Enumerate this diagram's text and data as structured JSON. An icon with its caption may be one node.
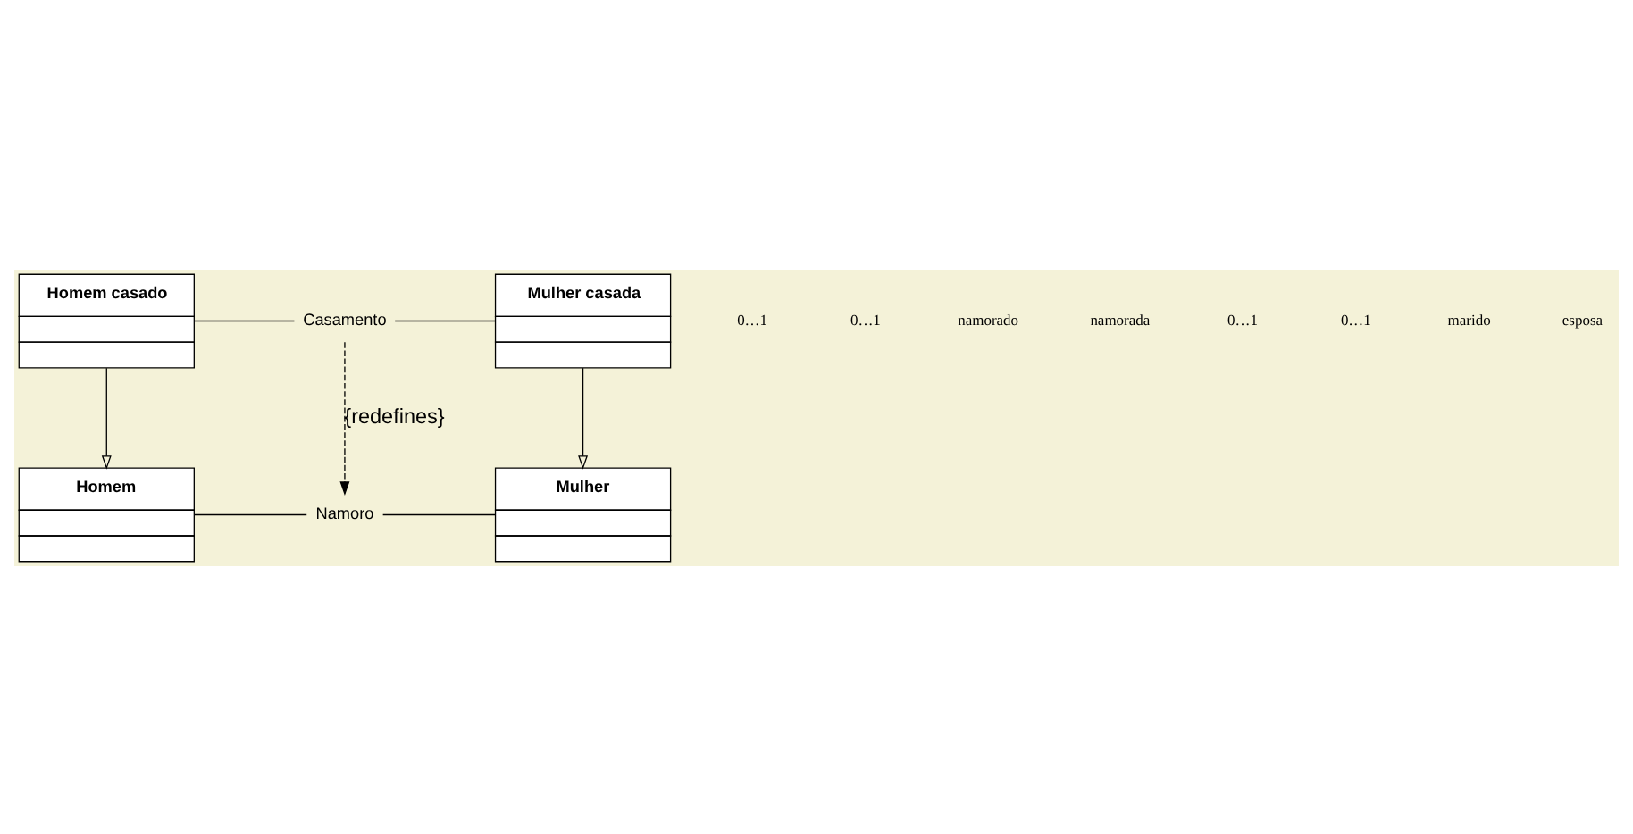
{
  "diagram": {
    "nodes": [
      {
        "text": [
          "Homem"
        ]
      },
      {
        "text": [
          "Mulher"
        ]
      },
      {
        "text": [
          "Homem casado"
        ]
      },
      {
        "text": [
          "Mulher casada"
        ]
      },
      {
        "text": [
          "Namoro"
        ]
      },
      {
        "text": [
          "Casamento"
        ]
      }
    ],
    "edges": [
      {
        "from": 0,
        "to": 4,
        "arrow": "none"
      },
      {
        "from": 4,
        "to": 1,
        "arrow": "none"
      },
      {
        "from": 2,
        "to": 5,
        "arrow": "none"
      },
      {
        "from": 5,
        "to": 3,
        "arrow": "none"
      },
      {
        "from": 2,
        "to": 0,
        "arrow": "to"
      },
      {
        "from": 3,
        "to": 1,
        "arrow": "to"
      },
      {
        "from": 5,
        "to": 4,
        "arrow": "to",
        "label": "{redefines}",
        "style": "dashed"
      }
    ],
    "labels": [
      "0…1",
      "0…1",
      "namorado",
      "namorada",
      "0…1",
      "0…1",
      "marido",
      "esposa"
    ]
  }
}
